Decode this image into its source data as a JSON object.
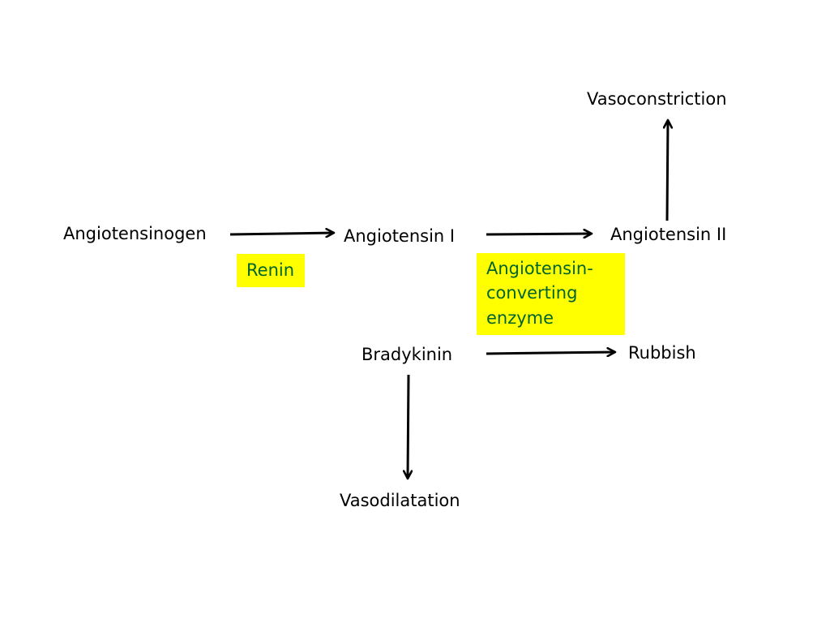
{
  "nodes": {
    "angiotensinogen": "Angiotensinogen",
    "angiotensin_i": "Angiotensin I",
    "angiotensin_ii": "Angiotensin II",
    "vasoconstriction": "Vasoconstriction",
    "bradykinin": "Bradykinin",
    "rubbish": "Rubbish",
    "vasodilatation": "Vasodilatation"
  },
  "enzymes": {
    "renin": "Renin",
    "ace": [
      "Angiotensin-",
      "converting",
      "enzyme"
    ]
  },
  "edges": [
    {
      "from": "angiotensinogen",
      "to": "angiotensin_i",
      "label": "renin"
    },
    {
      "from": "angiotensin_i",
      "to": "angiotensin_ii",
      "label": "ace"
    },
    {
      "from": "angiotensin_ii",
      "to": "vasoconstriction"
    },
    {
      "from": "bradykinin",
      "to": "rubbish",
      "label": "ace"
    },
    {
      "from": "bradykinin",
      "to": "vasodilatation"
    }
  ],
  "colors": {
    "enzyme_box": "#ffff00",
    "enzyme_text": "#00642c",
    "node_text": "#000000",
    "arrow": "#000000"
  }
}
